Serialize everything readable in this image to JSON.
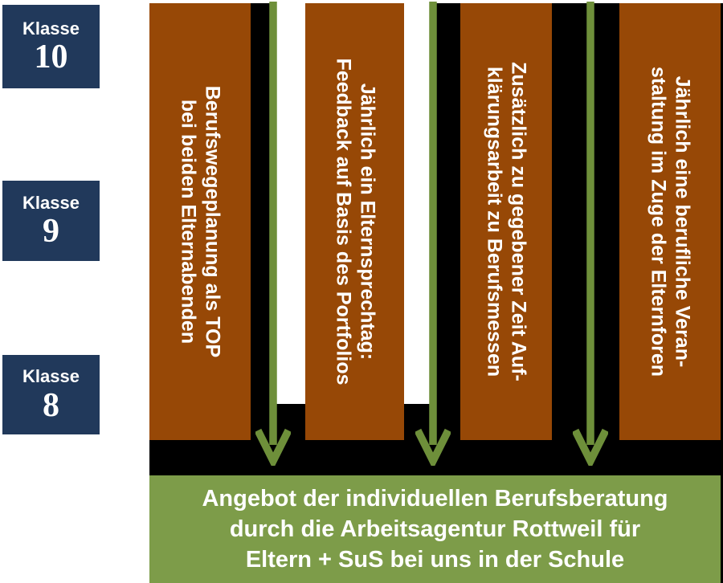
{
  "left_rail": {
    "items": [
      {
        "label": "Klasse",
        "number": "10"
      },
      {
        "label": "Klasse",
        "number": "9"
      },
      {
        "label": "Klasse",
        "number": "8"
      }
    ]
  },
  "columns": [
    {
      "lines": [
        "Berufswegeplanung als TOP",
        "bei beiden Elternabenden"
      ]
    },
    {
      "lines": [
        "Jährlich ein Elternsprechtag:",
        "Feedback auf Basis des Portfolios"
      ]
    },
    {
      "lines": [
        "Zusätzlich zu gegebener Zeit Auf-",
        "klärungsarbeit zu Berufsmessen"
      ]
    },
    {
      "lines": [
        "Jährlich eine berufliche Veran-",
        "staltung im Zuge der Elternforen"
      ]
    }
  ],
  "banner": {
    "lines": [
      "Angebot der individuellen Berufsberatung",
      "durch die Arbeitsagentur Rottweil für",
      "Eltern + SuS bei uns in der Schule"
    ]
  },
  "colors": {
    "navy": "#21395B",
    "brown": "#974806",
    "arrow_green": "#6E8F3A",
    "banner_green": "#7D9C49",
    "black": "#000000"
  }
}
